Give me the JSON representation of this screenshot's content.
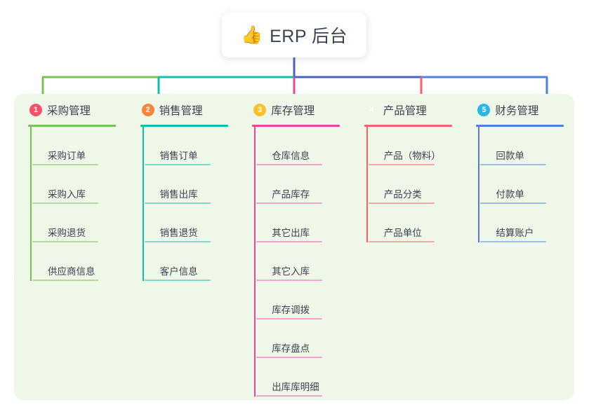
{
  "root": {
    "icon": "thumbs-up-icon",
    "emoji": "👍",
    "title": "ERP 后台"
  },
  "colors": {
    "panel_bg": "#eff7e9",
    "page_bg": "#ffffff",
    "text": "#3b4351",
    "root_stem": "#4f62c0"
  },
  "columns": [
    {
      "number": "1",
      "title": "采购管理",
      "badge_color": "#f4526a",
      "line_color": "#7cbf55",
      "light_line_color": "#b5d99b",
      "items": [
        "采购订单",
        "采购入库",
        "采购退货",
        "供应商信息"
      ]
    },
    {
      "number": "2",
      "title": "销售管理",
      "badge_color": "#f5873a",
      "line_color": "#12bfa6",
      "light_line_color": "#7ed8ca",
      "items": [
        "销售订单",
        "销售出库",
        "销售退货",
        "客户信息"
      ]
    },
    {
      "number": "3",
      "title": "库存管理",
      "badge_color": "#fbc02d",
      "line_color": "#e8459b",
      "light_line_color": "#f1a3cb",
      "items": [
        "仓库信息",
        "产品库存",
        "其它出库",
        "其它入库",
        "库存调拨",
        "库存盘点",
        "出库库明细"
      ]
    },
    {
      "number": "4",
      "title": "产品管理",
      "badge_color": "#1fb濃54",
      "line_color": "#f4626a",
      "light_line_color": "#f7a6a6",
      "items": [
        "产品（物料）",
        "产品分类",
        "产品单位"
      ]
    },
    {
      "number": "5",
      "title": "财务管理",
      "badge_color": "#29b6e8",
      "line_color": "#4f7fd8",
      "light_line_color": "#9fbbe8",
      "items": [
        "回款单",
        "付款单",
        "结算账户"
      ]
    }
  ],
  "bus": {
    "segments": [
      {
        "name": "segment-purchase",
        "color": "#7cbf55"
      },
      {
        "name": "segment-sales",
        "color": "#12bfa6"
      },
      {
        "name": "segment-inventory",
        "color": "#4f62c0"
      },
      {
        "name": "segment-finance",
        "color": "#4f7fd8"
      }
    ],
    "drops": [
      {
        "name": "drop-purchase",
        "color": "#7cbf55"
      },
      {
        "name": "drop-sales",
        "color": "#12bfa6"
      },
      {
        "name": "drop-inventory",
        "color": "#e8459b"
      },
      {
        "name": "drop-product",
        "color": "#f4626a"
      },
      {
        "name": "drop-finance",
        "color": "#4f7fd8"
      }
    ]
  }
}
